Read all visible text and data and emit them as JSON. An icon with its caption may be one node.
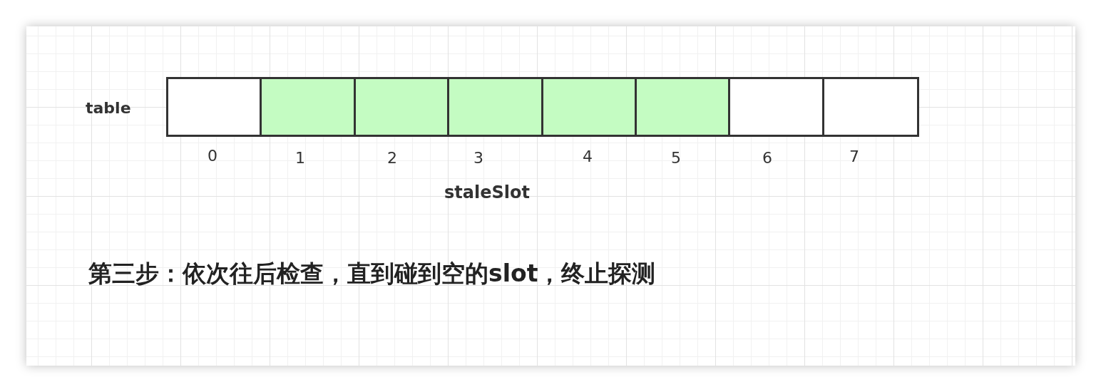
{
  "diagram": {
    "caption": "第三步：依次往后检查，直到碰到空的slot，终止探测",
    "nodes": [
      {
        "text": [],
        "shape": "box"
      },
      {
        "text": [],
        "shape": "box"
      },
      {
        "text": [],
        "shape": "box"
      },
      {
        "text": [],
        "shape": "box"
      },
      {
        "text": [],
        "shape": "box"
      },
      {
        "text": [],
        "shape": "box"
      },
      {
        "text": [],
        "shape": "box"
      },
      {
        "text": [],
        "shape": "box"
      }
    ],
    "edges": [],
    "labels": [
      "table",
      "0",
      "1",
      "2",
      "3",
      "4",
      "5",
      "6",
      "7",
      "staleSlot"
    ]
  }
}
